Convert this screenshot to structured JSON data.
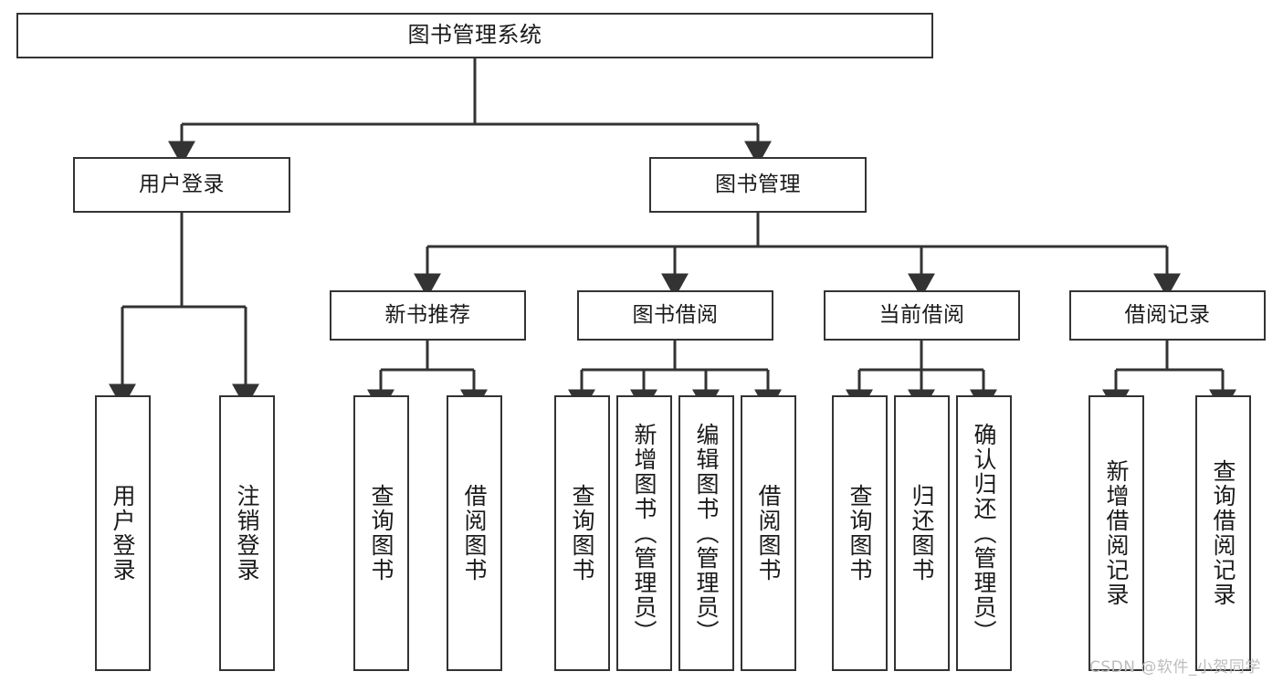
{
  "diagram": {
    "type": "tree-hierarchy",
    "title": "图书管理系统",
    "orientation": "top-down",
    "colors": {
      "box_border": "#333333",
      "box_fill": "#FFFFFF",
      "edge": "#333333",
      "text": "#1A1A1A",
      "watermark": "#BDBDBD",
      "background": "#FFFFFF"
    },
    "root": {
      "label": "图书管理系统"
    },
    "level2": [
      {
        "label": "用户登录"
      },
      {
        "label": "图书管理"
      }
    ],
    "level3": [
      {
        "label": "新书推荐"
      },
      {
        "label": "图书借阅"
      },
      {
        "label": "当前借阅"
      },
      {
        "label": "借阅记录"
      }
    ],
    "leaves": {
      "user_login": [
        {
          "label": "用户登录"
        },
        {
          "label": "注销登录"
        }
      ],
      "new_book_recommend": [
        {
          "label": "查询图书"
        },
        {
          "label": "借阅图书"
        }
      ],
      "book_borrow": [
        {
          "label": "查询图书"
        },
        {
          "label": "新增图书（管理员）"
        },
        {
          "label": "编辑图书（管理员）"
        },
        {
          "label": "借阅图书"
        }
      ],
      "current_borrow": [
        {
          "label": "查询图书"
        },
        {
          "label": "归还图书"
        },
        {
          "label": "确认归还（管理员）"
        }
      ],
      "borrow_record": [
        {
          "label": "新增借阅记录"
        },
        {
          "label": "查询借阅记录"
        }
      ]
    }
  },
  "watermark": {
    "text": "CSDN @软件_小贺同学"
  }
}
